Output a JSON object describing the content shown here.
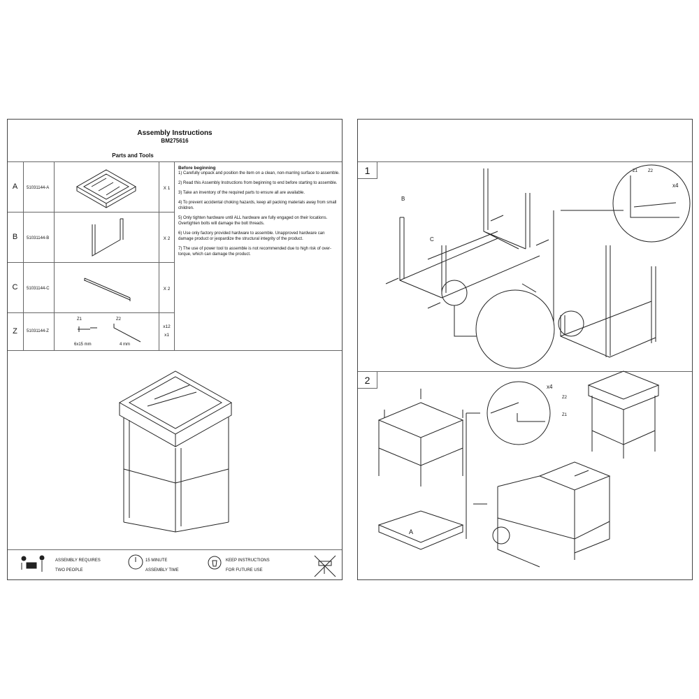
{
  "header": {
    "title": "Assembly Instructions",
    "model": "BM275616",
    "parts_heading": "Parts and Tools"
  },
  "parts": [
    {
      "letter": "A",
      "code": "51031144-A",
      "qty": "X 1"
    },
    {
      "letter": "B",
      "code": "51031144-B",
      "qty": "X 2"
    },
    {
      "letter": "C",
      "code": "51031144-C",
      "qty": "X 2"
    },
    {
      "letter": "Z",
      "code": "51031144-Z",
      "qty": "x12",
      "qty2": "x1",
      "z1": "Z1",
      "z2": "Z2",
      "z1_size": "6x15 mm",
      "z2_size": "4 mm"
    }
  ],
  "instructions": {
    "heading": "Before beginning",
    "items": [
      "1) Carefully unpack and position the item on a clean, non-marring surface to assemble.",
      "2) Read this Assembly Instructions from beginning to end before starting to assemble.",
      "3) Take an inventory of the required parts to ensure all are available.",
      "4) To prevent accidental choking hazards, keep all packing materials away from small children.",
      "5) Only tighten hardware until ALL hardware are fully engaged on their locations.  Overtighten bolts will damage the bolt threads.",
      "6) Use only factory provided hardware to assemble. Unapproved hardware can damage product or jeopardize the structural integrity of the product.",
      "7) The use of power tool to assemble is not recommended due to high risk of over-torque, which can damage the product."
    ]
  },
  "footer": {
    "people_1": "ASSEMBLY REQUIRES",
    "people_2": "TWO PEOPLE",
    "time_1": "15 MINUTE",
    "time_2": "ASSEMBLY TIME",
    "keep_1": "KEEP INSTRUCTIONS",
    "keep_2": "FOR FUTURE USE"
  },
  "steps": [
    {
      "num": "1",
      "labels": {
        "b": "B",
        "c": "C",
        "z1": "Z1",
        "z2": "Z2",
        "count": "x4"
      }
    },
    {
      "num": "2",
      "labels": {
        "a": "A",
        "z1": "Z1",
        "z2": "Z2",
        "count": "x4"
      }
    }
  ]
}
